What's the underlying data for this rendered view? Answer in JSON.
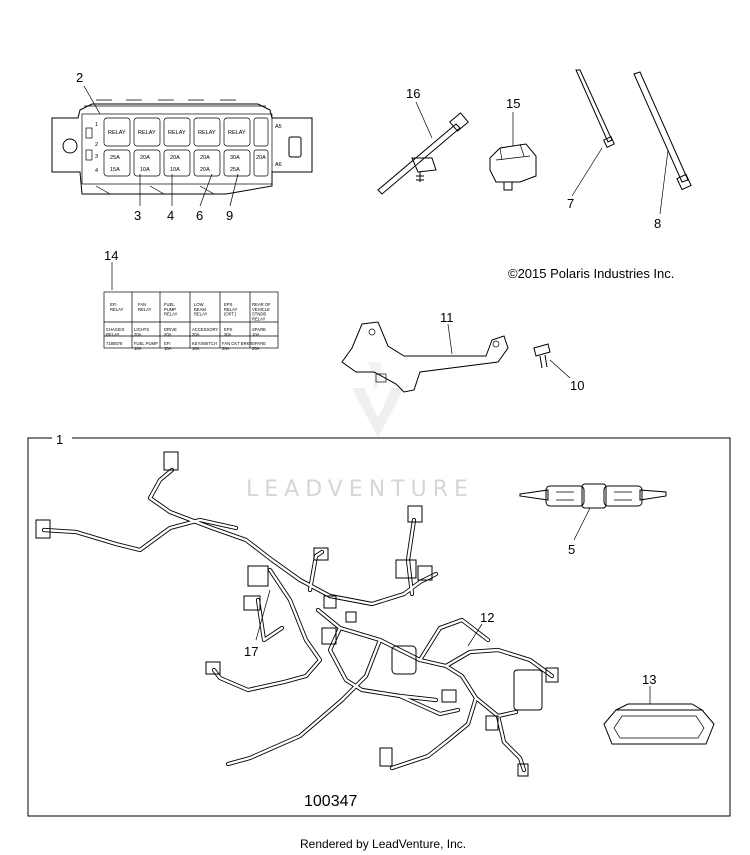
{
  "callouts": [
    "1",
    "2",
    "3",
    "4",
    "5",
    "6",
    "7",
    "8",
    "9",
    "10",
    "11",
    "12",
    "13",
    "14",
    "15",
    "16",
    "17"
  ],
  "fuse_box": {
    "row_labels": [
      "1",
      "2",
      "3",
      "4"
    ],
    "relay_label": "RELAY",
    "fuses": [
      "25A",
      "20A",
      "20A",
      "20A",
      "30A",
      "20A"
    ],
    "lower": [
      "15A",
      "10A",
      "10A",
      "20A",
      "25A"
    ],
    "side_marks": [
      "A5",
      "A6"
    ]
  },
  "decal": {
    "row1": [
      "EFI\nRELAY",
      "FAN\nRELAY",
      "FUEL\nPUMP\nRELAY",
      "LOW\nBEAM\nRELAY",
      "EPS\nRELAY\n(OPT.)",
      "REAR OF\nVEHICLE\nSTNDB\nRELAY"
    ],
    "row2_label": "CHASSIS\nRELAY",
    "row2": [
      "LIGHTS\n20A",
      "DRIVE\n20A",
      "ACCESSORY\n20A",
      "EPS\n30A",
      "SPARE\n10A"
    ],
    "row3_label": "7186578",
    "row3": [
      "FUEL PUMP\n10A",
      "EFI\n10A",
      "KEYSWITCH\n10A",
      "FAN CKT BRKR\n20A",
      "SPARE\n20A"
    ]
  },
  "copyright": "©2015 Polaris Industries Inc.",
  "watermark": "LEADVENTURE",
  "diagram_number": "100347",
  "footer": "Rendered by LeadVenture, Inc."
}
